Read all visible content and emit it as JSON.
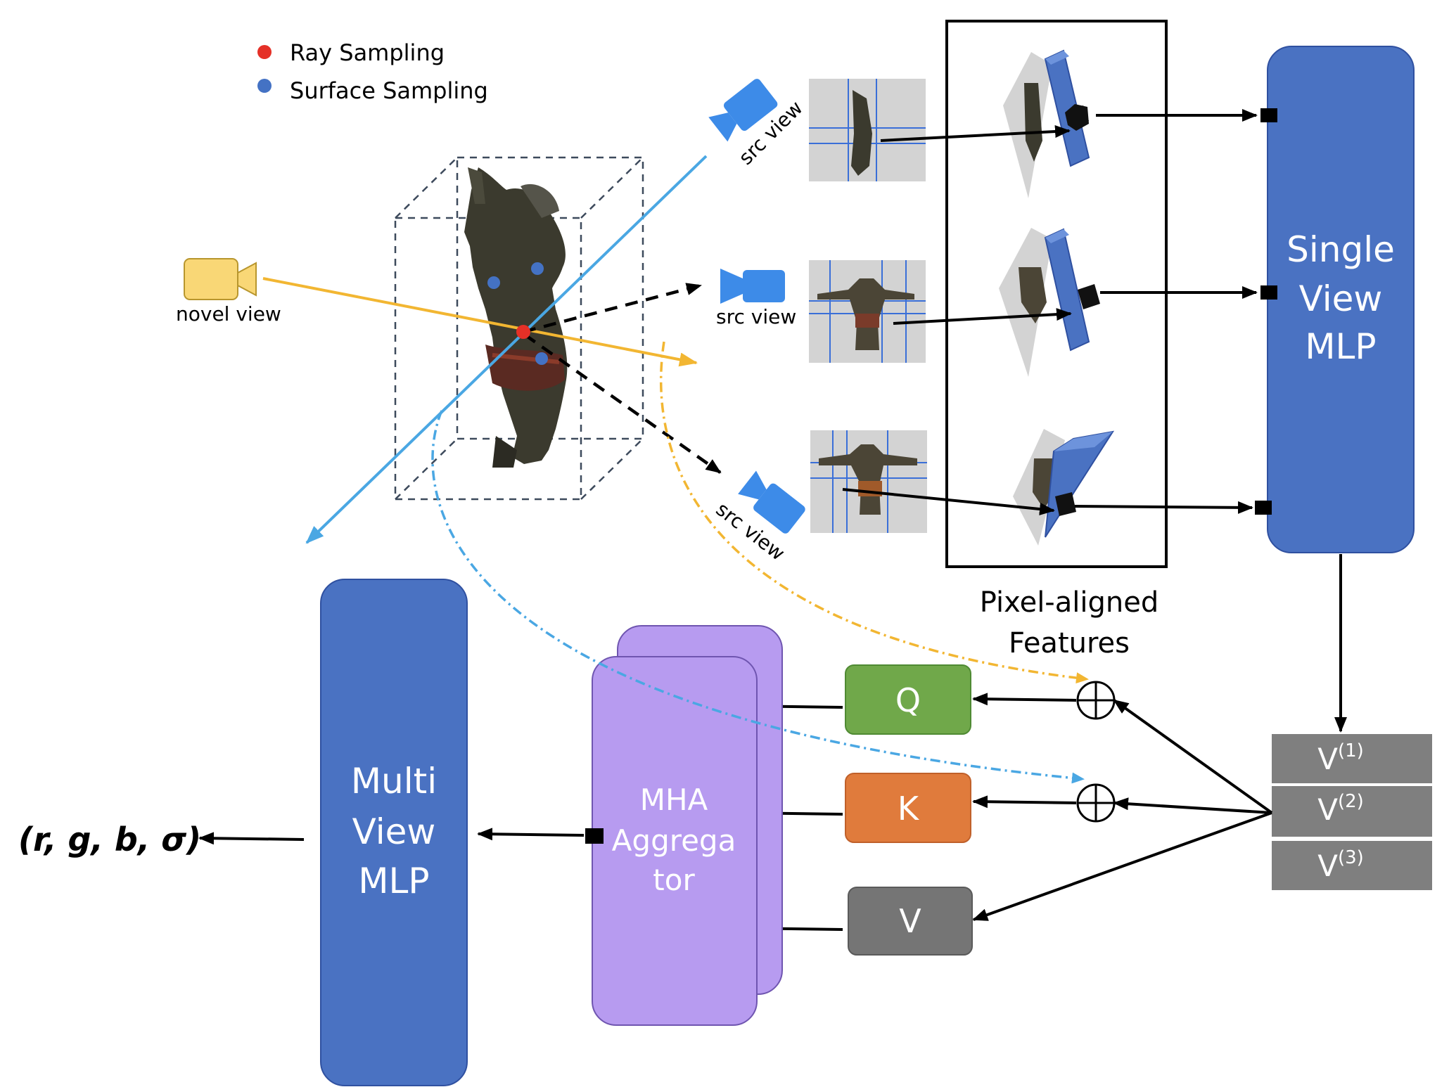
{
  "legend": {
    "ray_sampling": "Ray Sampling",
    "surface_sampling": "Surface Sampling",
    "ray_color": "#e53027",
    "surface_color": "#4472c4"
  },
  "cameras": {
    "novel_view": "novel view",
    "src_view_top": "src view",
    "src_view_middle": "src view",
    "src_view_bottom": "src view",
    "novel_color": "#f9d776",
    "src_color": "#3d8be8"
  },
  "features": {
    "label_line1": "Pixel-aligned",
    "label_line2": "Features"
  },
  "single_view_mlp": {
    "line1": "Single",
    "line2": "View",
    "line3": "MLP",
    "color": "#4a72c2"
  },
  "multi_view_mlp": {
    "line1": "Multi",
    "line2": "View",
    "line3": "MLP",
    "color": "#4a72c2"
  },
  "aggregator": {
    "line1": "MHA",
    "line2": "Aggrega",
    "line3": "tor",
    "color": "#b79bf0"
  },
  "qkv": {
    "q": "Q",
    "k": "K",
    "v": "V",
    "q_color": "#70a84a",
    "k_color": "#e07b3c",
    "v_color": "#757575"
  },
  "v_stack": {
    "v1_base": "V",
    "v1_sup": "(1)",
    "v2_base": "V",
    "v2_sup": "(2)",
    "v3_base": "V",
    "v3_sup": "(3)",
    "color": "#7f7f7f"
  },
  "output": {
    "label": "(r, g, b, σ)"
  },
  "colors": {
    "ray_blue": "#4aa7e3",
    "ray_yellow": "#f2b632",
    "gray_panel": "#d3d3d3",
    "feature_blue": "#4a72c2"
  }
}
